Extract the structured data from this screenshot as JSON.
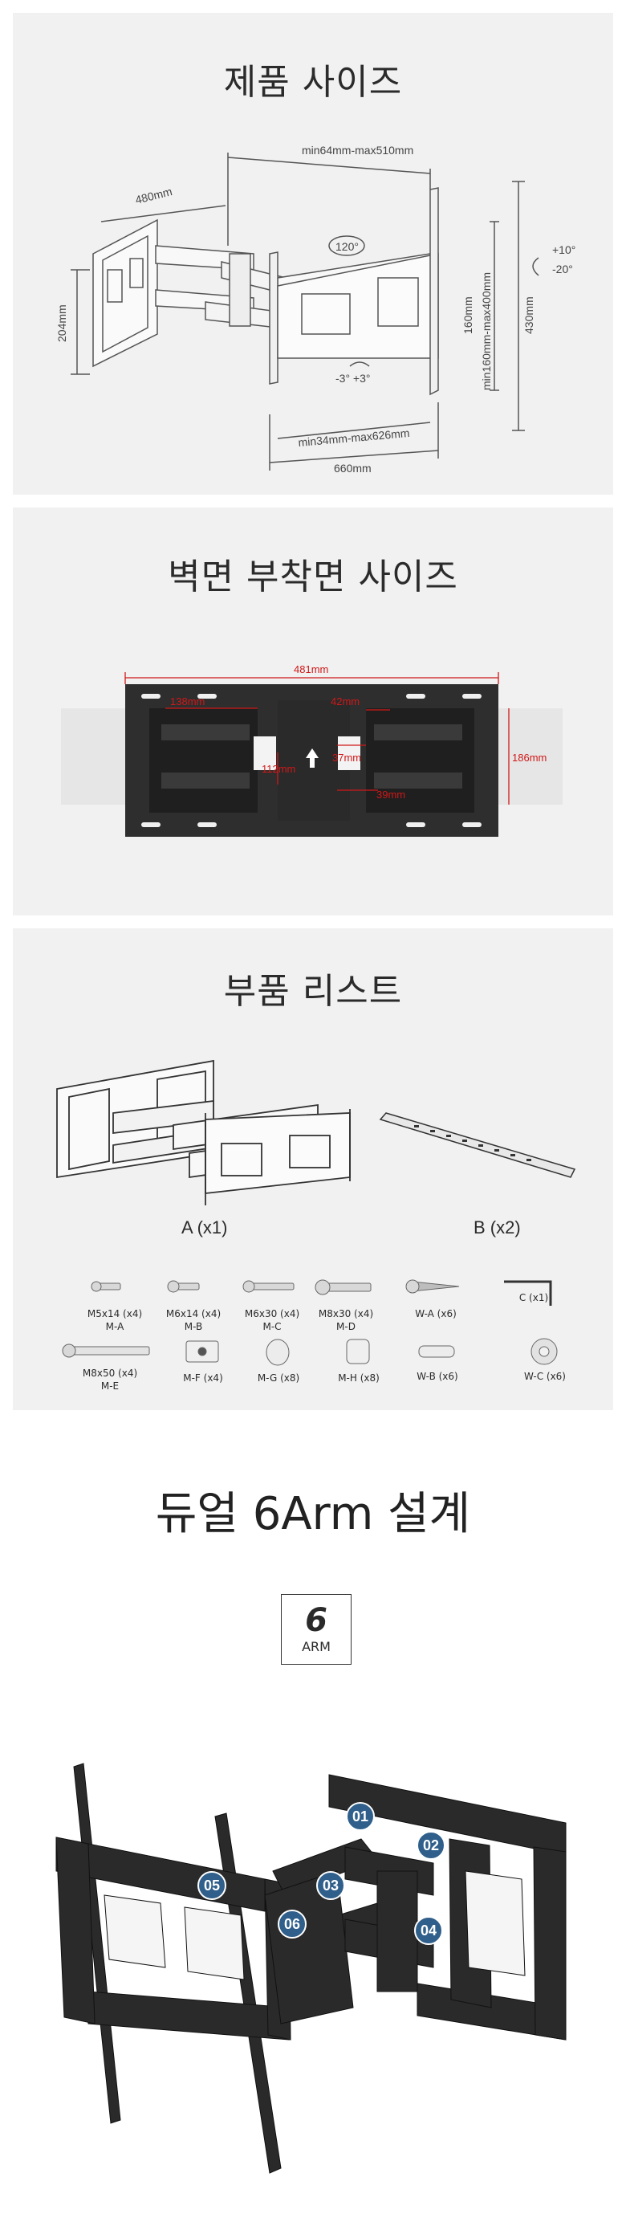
{
  "sections": {
    "size": {
      "title": "제품 사이즈",
      "dims": {
        "top_range": "min64mm-max510mm",
        "depth": "480mm",
        "left_height": "204mm",
        "rotation": "120°",
        "vesa_height": "160mm",
        "vesa_range_v": "min160mm-max400mm",
        "full_height": "430mm",
        "tilt_up": "+10°",
        "tilt_down": "-20°",
        "swivel": "-3° +3°",
        "bottom_range": "min34mm-max626mm",
        "width": "660mm"
      }
    },
    "wall": {
      "title": "벽면 부착면 사이즈",
      "dims": {
        "width": "481mm",
        "d138": "138mm",
        "d42": "42mm",
        "d112": "112mm",
        "d37": "37mm",
        "d39": "39mm",
        "d186": "186mm"
      }
    },
    "parts": {
      "title": "부품 리스트",
      "main": [
        {
          "label": "A (x1)"
        },
        {
          "label": "B (x2)"
        }
      ],
      "row1": [
        {
          "name": "M5x14 (x4)",
          "code": "M-A"
        },
        {
          "name": "M6x14 (x4)",
          "code": "M-B"
        },
        {
          "name": "M6x30 (x4)",
          "code": "M-C"
        },
        {
          "name": "M8x30 (x4)",
          "code": "M-D"
        },
        {
          "name": "W-A (x6)",
          "code": ""
        },
        {
          "name": "C (x1)",
          "code": ""
        }
      ],
      "row2": [
        {
          "name": "M8x50 (x4)",
          "code": "M-E"
        },
        {
          "name": "M-F (x4)",
          "code": ""
        },
        {
          "name": "M-G (x8)",
          "code": ""
        },
        {
          "name": "M-H (x8)",
          "code": ""
        },
        {
          "name": "W-B (x6)",
          "code": ""
        },
        {
          "name": "W-C (x6)",
          "code": ""
        }
      ]
    },
    "arm": {
      "title": "듀얼 6Arm 설계",
      "badge_number": "6",
      "badge_text": "ARM",
      "callouts": [
        "01",
        "02",
        "03",
        "04",
        "05",
        "06"
      ]
    }
  },
  "colors": {
    "panel_bg": "#f1f1f1",
    "line": "#555555",
    "dim_red": "#d01818",
    "metal_dark": "#2a2a2a",
    "callout_blue": "#2f5f8a"
  }
}
